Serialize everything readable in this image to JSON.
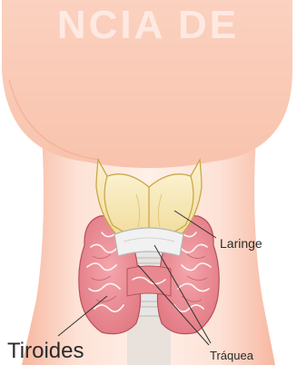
{
  "watermark": "NCIA DE",
  "labels": {
    "larynx": "Laringe",
    "trachea": "Tráquea",
    "thyroid": "Tiroides"
  },
  "colors": {
    "skin": "#fbd3c0",
    "skin_shadow": "#f5a98b",
    "cartilage": "#f6e3a7",
    "cartilage_edge": "#c9a94b",
    "thyroid": "#ec8d94",
    "thyroid_dark": "#c5525c",
    "trachea_ring": "#cfcfcf"
  }
}
